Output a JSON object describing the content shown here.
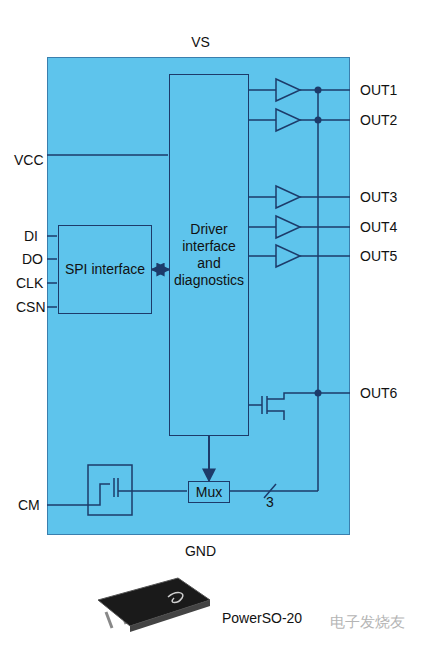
{
  "diagram": {
    "nodes": [
      {
        "text": [
          "VS",
          "GND"
        ]
      },
      {
        "text": [
          "SPI interface"
        ],
        "in": 0
      },
      {
        "text": [
          "Driver interface and diagnostics"
        ],
        "in": 0
      },
      {
        "text": [
          "Mux"
        ],
        "in": 0
      }
    ],
    "edges": [
      {
        "from": 1,
        "to": 2,
        "arrow": "both"
      },
      {
        "from": 2,
        "to": 3,
        "arrow": "to"
      }
    ],
    "labels": [
      "VCC",
      "DI",
      "DO",
      "CLK",
      "CSN",
      "CM",
      "OUT1",
      "OUT2",
      "OUT3",
      "OUT4",
      "OUT5",
      "OUT6",
      "3",
      "PowerSO-20",
      "电子发烧友"
    ]
  }
}
